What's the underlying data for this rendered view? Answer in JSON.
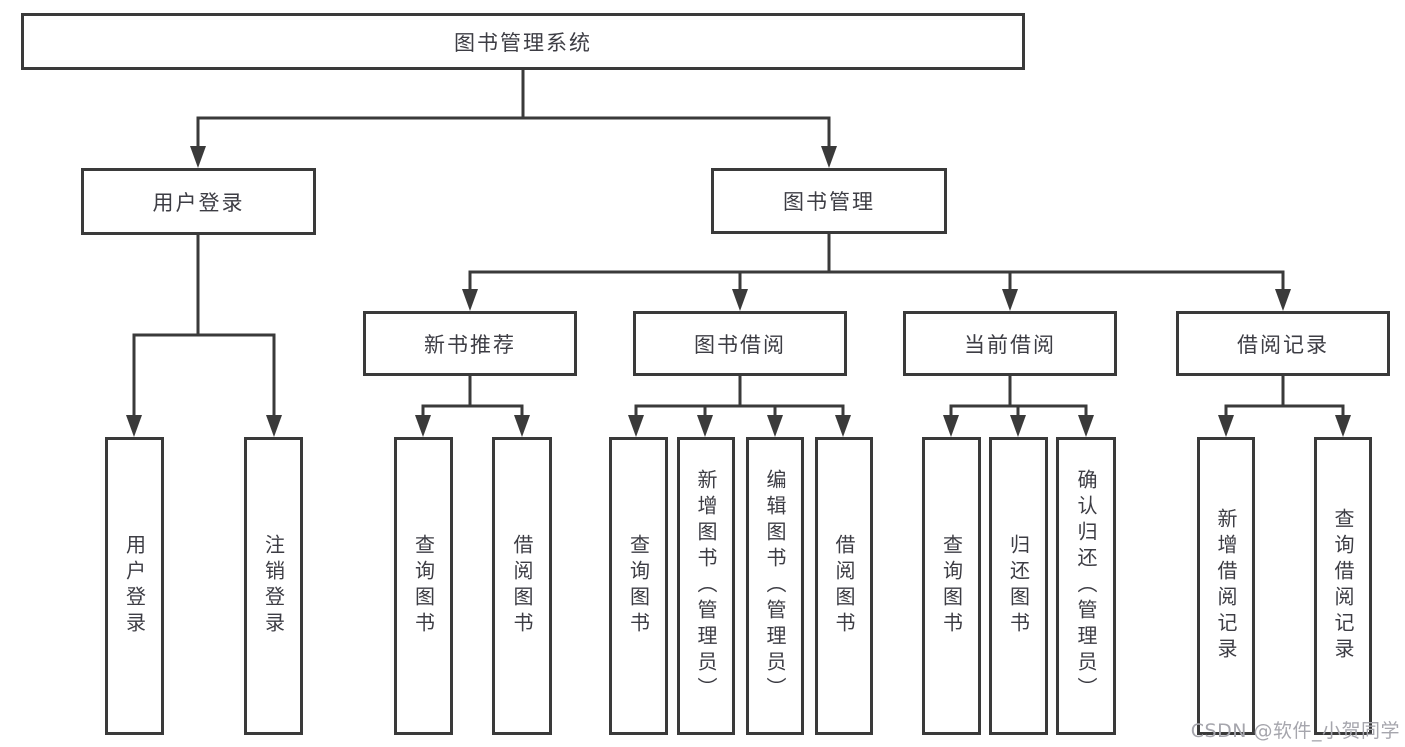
{
  "diagram_title": "图书管理系统",
  "nodes": [
    {
      "id": "root",
      "label": "图书管理系统"
    },
    {
      "id": "user-login",
      "label": "用户登录"
    },
    {
      "id": "book-mgmt",
      "label": "图书管理"
    },
    {
      "id": "new-book-rec",
      "label": "新书推荐"
    },
    {
      "id": "book-borrow",
      "label": "图书借阅"
    },
    {
      "id": "current-borrow",
      "label": "当前借阅"
    },
    {
      "id": "borrow-records",
      "label": "借阅记录"
    },
    {
      "id": "login",
      "label": "用户登录"
    },
    {
      "id": "logout",
      "label": "注销登录"
    },
    {
      "id": "nb-query",
      "label": "查询图书"
    },
    {
      "id": "nb-borrow",
      "label": "借阅图书"
    },
    {
      "id": "bb-query",
      "label": "查询图书"
    },
    {
      "id": "bb-add",
      "label": "新增图书（管理员）"
    },
    {
      "id": "bb-edit",
      "label": "编辑图书（管理员）"
    },
    {
      "id": "bb-borrow",
      "label": "借阅图书"
    },
    {
      "id": "cb-query",
      "label": "查询图书"
    },
    {
      "id": "cb-return",
      "label": "归还图书"
    },
    {
      "id": "cb-confirm",
      "label": "确认归还（管理员）"
    },
    {
      "id": "br-add",
      "label": "新增借阅记录"
    },
    {
      "id": "br-query",
      "label": "查询借阅记录"
    }
  ],
  "hierarchy": {
    "root": [
      "user-login",
      "book-mgmt"
    ],
    "user-login": [
      "login",
      "logout"
    ],
    "book-mgmt": [
      "new-book-rec",
      "book-borrow",
      "current-borrow",
      "borrow-records"
    ],
    "new-book-rec": [
      "nb-query",
      "nb-borrow"
    ],
    "book-borrow": [
      "bb-query",
      "bb-add",
      "bb-edit",
      "bb-borrow"
    ],
    "current-borrow": [
      "cb-query",
      "cb-return",
      "cb-confirm"
    ],
    "borrow-records": [
      "br-add",
      "br-query"
    ]
  },
  "watermark": {
    "text": "CSDN @软件_小贺同学"
  },
  "colors": {
    "line": "#3a3a3a",
    "text": "#3d3d44",
    "watermark": "#a6a6ad",
    "background": "#ffffff"
  }
}
